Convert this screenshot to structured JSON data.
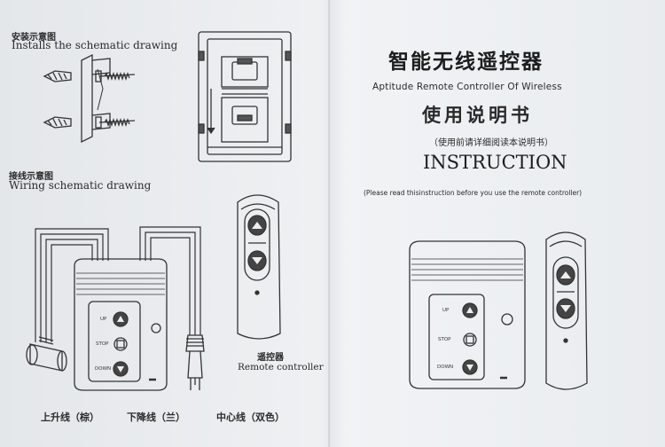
{
  "left": {
    "install_cn": "安装示意图",
    "install_en": "Installs the schematic drawing",
    "wiring_cn": "接线示意图",
    "wiring_en": "Wiring schematic drawing",
    "remote_cn": "遥控器",
    "remote_en": "Remote controller",
    "wire_up": "上升线（棕）",
    "wire_down": "下降线（兰）",
    "wire_center": "中心线（双色）"
  },
  "controls": {
    "up": "UP",
    "stop": "STOP",
    "down": "DOWN"
  },
  "right": {
    "title_cn": "智能无线遥控器",
    "title_en": "Aptitude Remote Controller Of Wireless",
    "manual_cn": "使用说明书",
    "read_cn": "（使用前请详细阅读本说明书）",
    "instruction": "INSTRUCTION",
    "read_en": "(Please read thisinstruction before you use the remote controller)"
  }
}
